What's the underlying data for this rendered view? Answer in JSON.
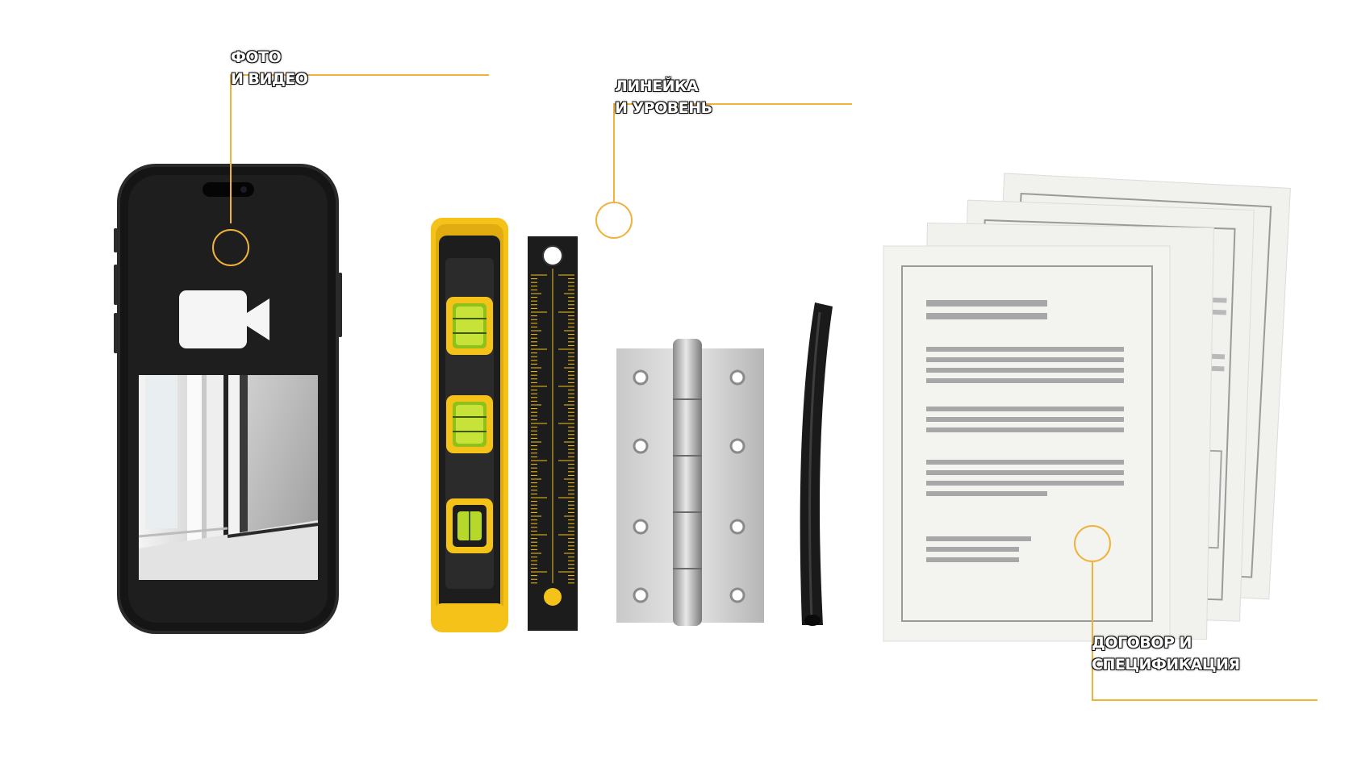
{
  "callouts": {
    "photo": {
      "line1": "Фото",
      "line2": "и видео"
    },
    "ruler": {
      "line1": "Линейка",
      "line2": "и уровень"
    },
    "contract": {
      "line1": "Договор и",
      "line2": "спецификация"
    }
  },
  "colors": {
    "accent": "#f0b23a",
    "phone_body": "#1c1c1c",
    "level_yellow": "#f5c21a",
    "paper": "#f1f1ee"
  },
  "icons": {
    "camera": "video-camera-icon"
  }
}
